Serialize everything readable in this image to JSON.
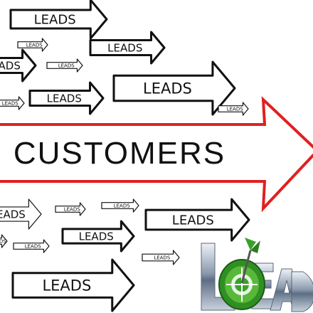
{
  "main_arrow": {
    "label": "CUSTOMERS",
    "stroke_color": "#e02020"
  },
  "lead_arrows": [
    {
      "label": "LEADS",
      "size": "large"
    },
    {
      "label": "LEADS",
      "size": "large"
    },
    {
      "label": "LEADS",
      "size": "large"
    },
    {
      "label": "LEADS",
      "size": "large"
    },
    {
      "label": "LEADS",
      "size": "large"
    },
    {
      "label": "LEADS",
      "size": "large"
    },
    {
      "label": "LEADS",
      "size": "large"
    },
    {
      "label": "LEADS",
      "size": "large"
    },
    {
      "label": "LEADS",
      "size": "small"
    },
    {
      "label": "LEADS",
      "size": "small"
    },
    {
      "label": "LEADS",
      "size": "small"
    },
    {
      "label": "LEADS",
      "size": "small"
    },
    {
      "label": "LEADS",
      "size": "small"
    },
    {
      "label": "LEADS",
      "size": "small"
    },
    {
      "label": "LEADS",
      "size": "small"
    },
    {
      "label": "LEADS",
      "size": "small"
    },
    {
      "label": "LEADS",
      "size": "small"
    },
    {
      "label": "LEADS",
      "size": "small"
    }
  ],
  "logo": {
    "text": "LEAD",
    "icon": "dart-target-icon",
    "target_color": "#3aa12a"
  }
}
